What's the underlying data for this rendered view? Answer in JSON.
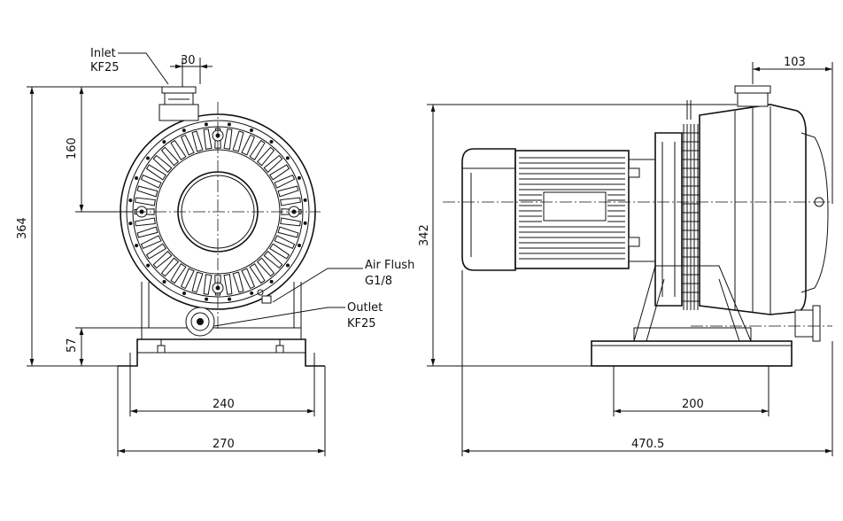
{
  "front_view": {
    "callouts": {
      "inlet_line1": "Inlet",
      "inlet_line2": "KF25",
      "air_flush_line1": "Air Flush",
      "air_flush_line2": "G1/8",
      "outlet_line1": "Outlet",
      "outlet_line2": "KF25"
    },
    "dimensions": {
      "inlet_offset": "30",
      "center_height": "160",
      "total_height": "364",
      "base_height": "57",
      "foot_spacing": "240",
      "base_width": "270"
    }
  },
  "side_view": {
    "dimensions": {
      "inlet_offset": "103",
      "total_height": "342",
      "foot_spacing": "200",
      "total_length": "470.5"
    }
  }
}
